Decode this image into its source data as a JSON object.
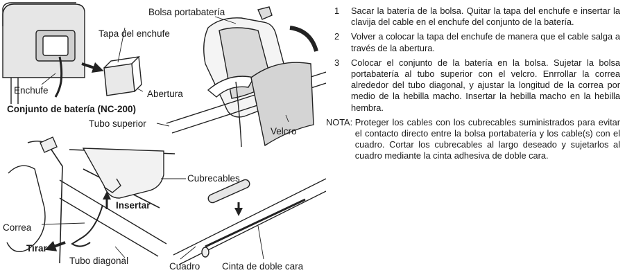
{
  "labels": {
    "bolsa": "Bolsa portabatería",
    "tapa": "Tapa del enchufe",
    "enchufe": "Enchufe",
    "abertura": "Abertura",
    "conjunto": "Conjunto de batería (NC-200)",
    "tubo_superior": "Tubo superior",
    "velcro": "Velcro",
    "cubrecables": "Cubrecables",
    "insertar": "Insertar",
    "correa": "Correa",
    "tirar": "Tirar",
    "tubo_diagonal": "Tubo diagonal",
    "cuadro": "Cuadro",
    "cinta": "Cinta de doble cara"
  },
  "steps": [
    {
      "num": "1",
      "text": "Sacar la batería de la bolsa.  Quitar la tapa del enchufe e insertar la clavija del cable en el enchufe del conjunto de la batería."
    },
    {
      "num": "2",
      "text": "Volver a colocar la tapa del enchufe de manera que el cable salga a través de la abertura."
    },
    {
      "num": "3",
      "text": "Colocar el conjunto de la batería en la bolsa. Sujetar la bolsa portabatería al tubo superior con el velcro. Enrrollar la correa alrededor del tubo diagonal, y ajustar la longitud de la correa por medio de la hebilla macho.  Insertar la hebilla macho en la hebilla hembra."
    }
  ],
  "note": {
    "label": "NOTA: ",
    "text": "Proteger los cables con los cubrecables suministrados para evitar el contacto directo entre la bolsa portabatería y los cable(s) con el cuadro. Cortar los cubrecables al largo deseado y sujetarlos al cuadro mediante la cinta adhesiva de doble cara."
  }
}
